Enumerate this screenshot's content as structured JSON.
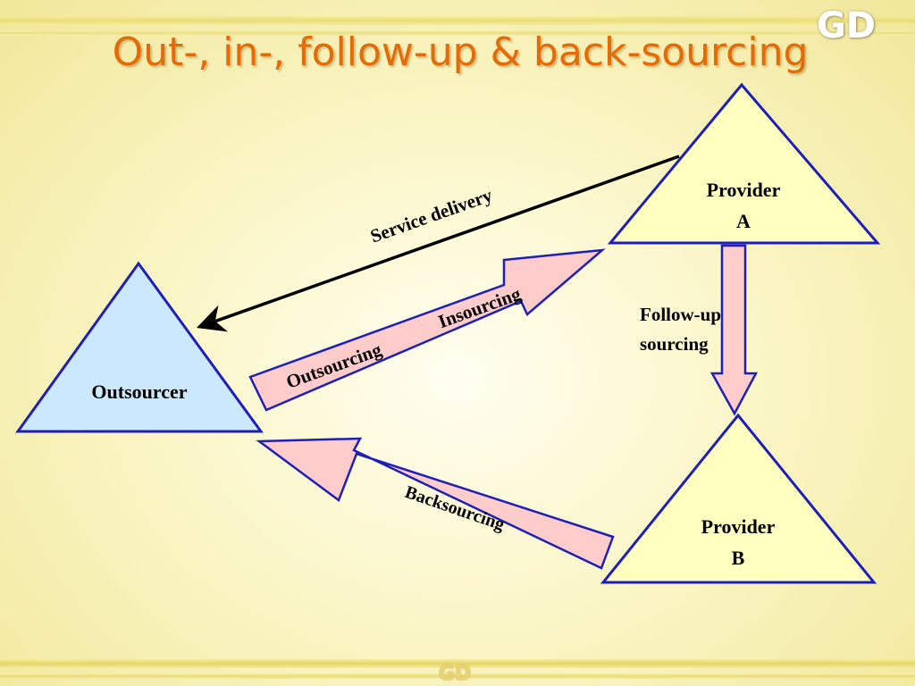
{
  "slide": {
    "title": "Out-, in-, follow-up & back-sourcing",
    "logo_text": "GD",
    "footer_logo_text": "GD"
  },
  "diagram": {
    "nodes": {
      "outsourcer": {
        "label": "Outsourcer",
        "fill": "#cce8ff"
      },
      "provider_a": {
        "line1": "Provider",
        "line2": "A",
        "fill": "#ffffc0"
      },
      "provider_b": {
        "line1": "Provider",
        "line2": "B",
        "fill": "#ffffc0"
      }
    },
    "edges": {
      "service_delivery": "Service delivery",
      "outsourcing": "Outsourcing",
      "insourcing": "Insourcing",
      "follow_up_line1": "Follow-up",
      "follow_up_line2": "sourcing",
      "backsourcing": "Backsourcing"
    },
    "colors": {
      "stroke": "#1f1fb5",
      "arrow_fill": "#ffcccc",
      "title": "#e36c09"
    }
  }
}
